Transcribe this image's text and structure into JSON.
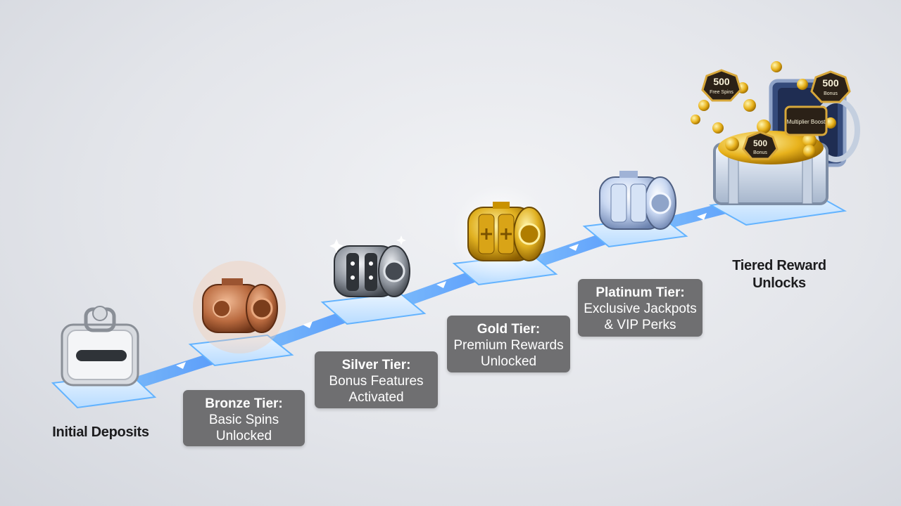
{
  "stages": [
    {
      "id": "initial",
      "label": "Initial Deposits"
    },
    {
      "id": "bronze",
      "title": "Bronze Tier:",
      "line1": "Basic Spins",
      "line2": "Unlocked"
    },
    {
      "id": "silver",
      "title": "Silver Tier:",
      "line1": "Bonus Features",
      "line2": "Activated"
    },
    {
      "id": "gold",
      "title": "Gold Tier:",
      "line1": "Premium Rewards",
      "line2": "Unlocked"
    },
    {
      "id": "platinum",
      "title": "Platinum Tier:",
      "line1": "Exclusive Jackpots",
      "line2": "& VIP Perks"
    },
    {
      "id": "final",
      "line1": "Tiered Reward",
      "line2": "Unlocks"
    }
  ],
  "chest_badges": {
    "left": {
      "value": "500",
      "text": "Free Spins"
    },
    "right": {
      "value": "500",
      "text": "Bonus"
    },
    "center_tag": "Multiplier Boost",
    "front": {
      "value": "500",
      "text": "Bonus"
    }
  },
  "colors": {
    "path": "#3d9bff",
    "bronze": "#b96a3f",
    "silver": "#9aa0a8",
    "gold": "#e0b020",
    "platinum": "#a9c4e8",
    "label_bg": "#6f6f71"
  }
}
